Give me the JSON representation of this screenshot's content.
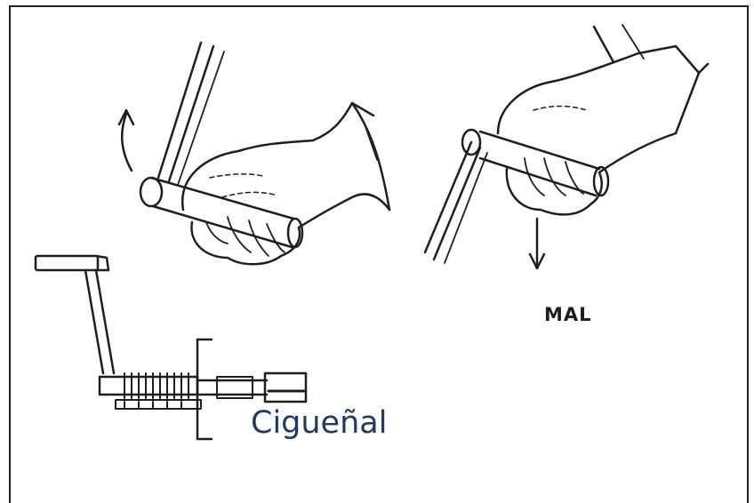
{
  "labels": {
    "wrong": "MAL",
    "crankshaft": "Cigueñal"
  },
  "colors": {
    "ink": "#1e1e1e",
    "caption": "#1f3a66",
    "frame": "#222222"
  },
  "icons": [
    "hand-crank-grip-left",
    "hand-crank-grip-right",
    "rotation-arrow-up",
    "motion-arrow-down",
    "crank-handle",
    "crankshaft-assembly"
  ]
}
